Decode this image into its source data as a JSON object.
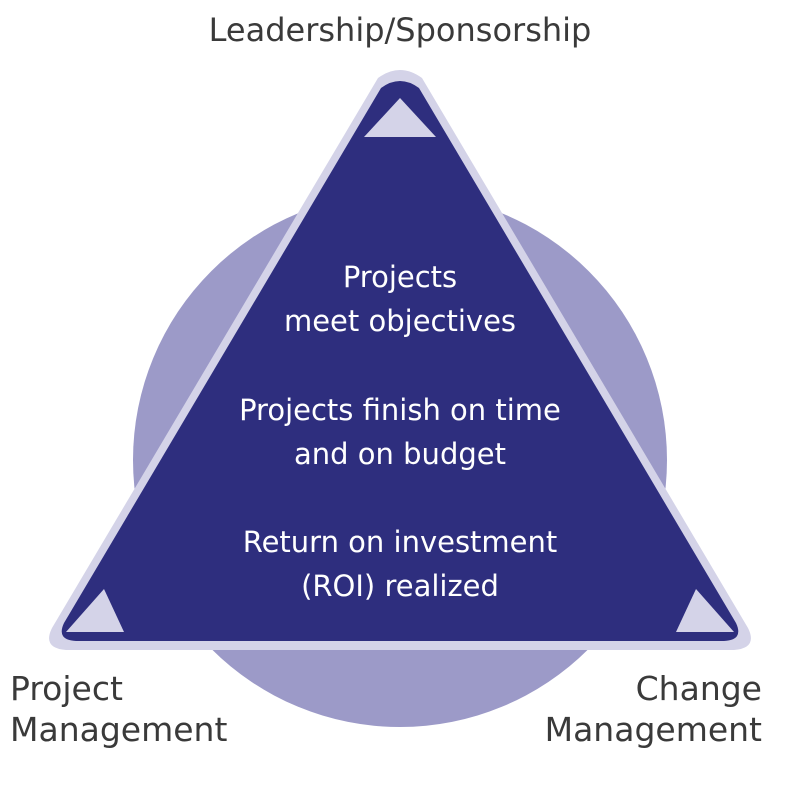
{
  "colors": {
    "triangle_fill": "#2e2e7e",
    "triangle_border": "#d4d3e8",
    "circle_fill": "#9c9ac8",
    "corner_marker": "#d4d3e8",
    "label_text": "#3a3a3a",
    "center_text": "#ffffff"
  },
  "vertices": {
    "top": {
      "label": "Leadership/Sponsorship"
    },
    "bottom_left": {
      "line1": "Project",
      "line2": "Management"
    },
    "bottom_right": {
      "line1": "Change",
      "line2": "Management"
    }
  },
  "outcomes": [
    {
      "line1": "Projects",
      "line2": "meet objectives"
    },
    {
      "line1": "Projects finish on time",
      "line2": "and on budget"
    },
    {
      "line1": "Return on investment",
      "line2": "(ROI) realized"
    }
  ]
}
